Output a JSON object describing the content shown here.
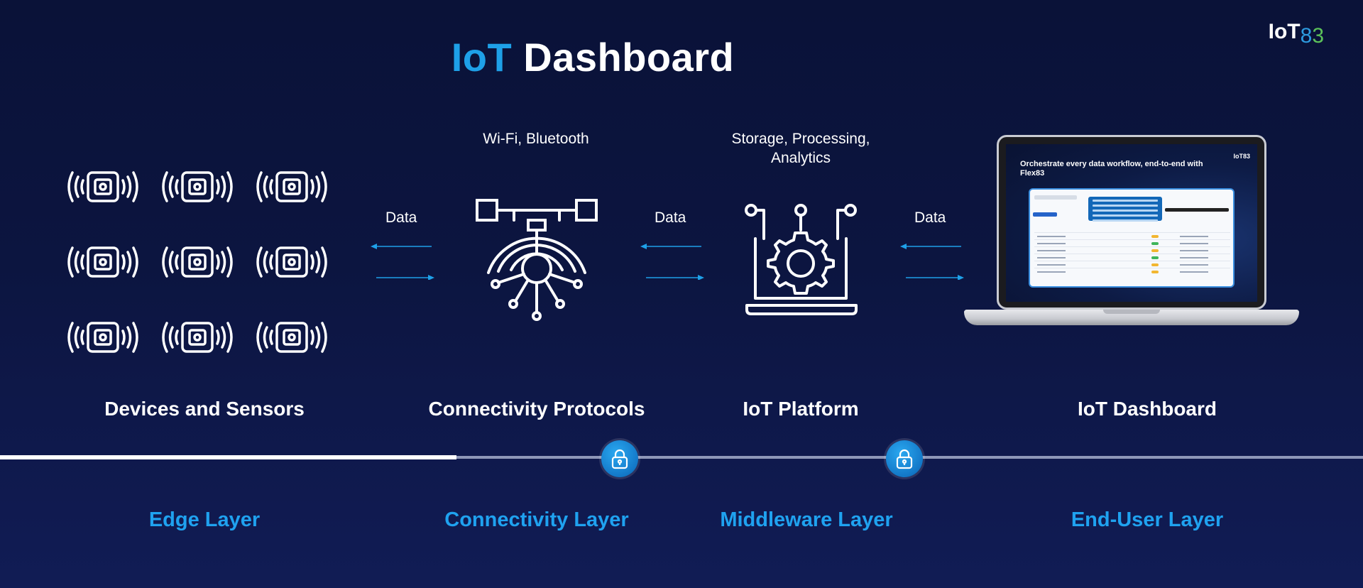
{
  "header": {
    "title_accent": "IoT",
    "title_rest": "Dashboard",
    "brand": {
      "prefix": "IoT",
      "digit1": "8",
      "digit2": "3"
    }
  },
  "diagram": {
    "edge_labels": {
      "connectivity_top": "Wi-Fi, Bluetooth",
      "platform_top_line1": "Storage, Processing,",
      "platform_top_line2": "Analytics",
      "data1": "Data",
      "data2": "Data",
      "data3": "Data"
    },
    "sections": {
      "devices": "Devices and Sensors",
      "connectivity": "Connectivity Protocols",
      "platform": "IoT Platform",
      "dashboard": "IoT Dashboard"
    },
    "layers": {
      "edge": "Edge Layer",
      "connectivity": "Connectivity Layer",
      "middleware": "Middleware Layer",
      "enduser": "End-User Layer"
    },
    "laptop_screen": {
      "headline": "Orchestrate every data workflow, end-to-end with Flex83",
      "logo": "IoT83"
    }
  },
  "colors": {
    "accent": "#1ea0e8",
    "layer_text": "#1fa2f0",
    "arrow": "#1ea0e8",
    "background": "#0c1540"
  },
  "icons": {
    "sensor": "wireless-sensor-icon",
    "connectivity": "network-hub-icon",
    "platform": "laptop-gear-icon",
    "lock": "lock-icon"
  }
}
